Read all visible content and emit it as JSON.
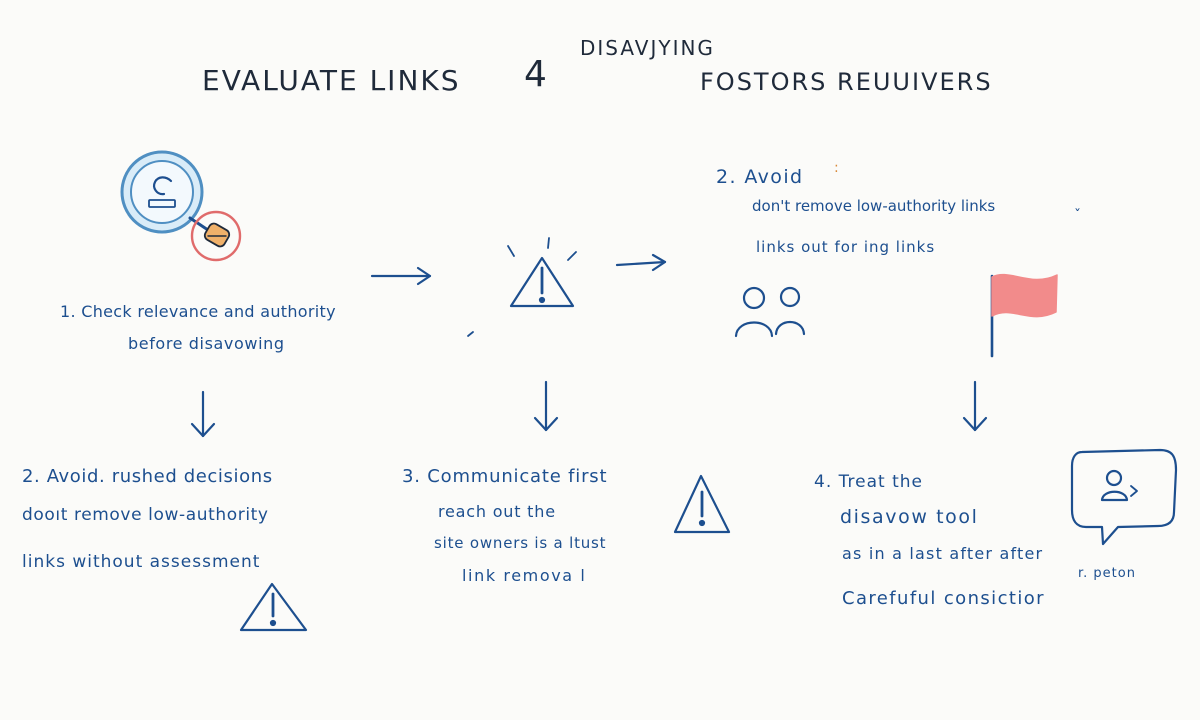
{
  "header": {
    "title_left": "EVALUATE LINKS",
    "title_symbol": "4",
    "title_top": "DISAVJYING",
    "title_right": "FOSTORS REUUIVERS"
  },
  "top_right_step": {
    "heading": "2. Avoid",
    "line1": "don't remove low-authority links",
    "line2": "links out for ing links",
    "mark": "ˇ"
  },
  "step1": {
    "line1": "1. Check relevance and authority",
    "line2": "before disavowing"
  },
  "step2": {
    "line1": "2. Avoid. rushed decisions",
    "line2": "dooıt remove low-authority",
    "line3": "links without assessment"
  },
  "step3": {
    "line1": "3. Communicate first",
    "line2": "reach out the",
    "line3": "site owners is a ltust",
    "line4": "link remova l"
  },
  "step4": {
    "line1": "4. Treat the",
    "line2": "disavow tool",
    "line3": "as in a last after after",
    "line4": "r. peton",
    "line5": "Carefuful consictior"
  },
  "icons": {
    "magnifier": "magnifier-icon",
    "warning": "warning-icon",
    "people": "people-icon",
    "flag": "red-flag-icon",
    "chat": "user-chat-bubble-icon",
    "arrow": "arrow-icon"
  },
  "colors": {
    "ink": "#1d4f8f",
    "dark_ink": "#1f2a3a",
    "flag_fill": "#f28b8b",
    "lens_fill": "#d9ecf8",
    "lens_ring": "#4f8fc2",
    "red_circle": "#e06b6b"
  }
}
